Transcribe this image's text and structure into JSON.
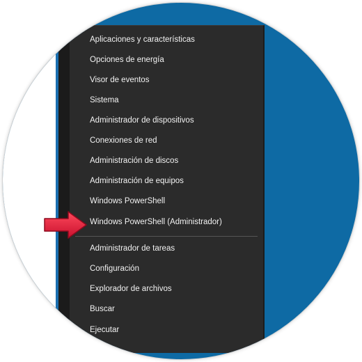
{
  "menu": {
    "group1": [
      {
        "label": "Aplicaciones y características"
      },
      {
        "label": "Opciones de energía"
      },
      {
        "label": "Visor de eventos"
      },
      {
        "label": "Sistema"
      },
      {
        "label": "Administrador de dispositivos"
      },
      {
        "label": "Conexiones de red"
      },
      {
        "label": "Administración de discos"
      },
      {
        "label": "Administración de equipos"
      },
      {
        "label": "Windows PowerShell"
      },
      {
        "label": "Windows PowerShell (Administrador)"
      }
    ],
    "group2": [
      {
        "label": "Administrador de tareas"
      },
      {
        "label": "Configuración"
      },
      {
        "label": "Explorador de archivos"
      },
      {
        "label": "Buscar"
      },
      {
        "label": "Ejecutar"
      }
    ]
  },
  "colors": {
    "menu_bg": "#2b2b2b",
    "desktop_blue": "#0e6aa4",
    "arrow_red": "#e5253a",
    "text": "#f2f2f2"
  },
  "icons": {
    "pointer": "red-arrow-icon"
  }
}
